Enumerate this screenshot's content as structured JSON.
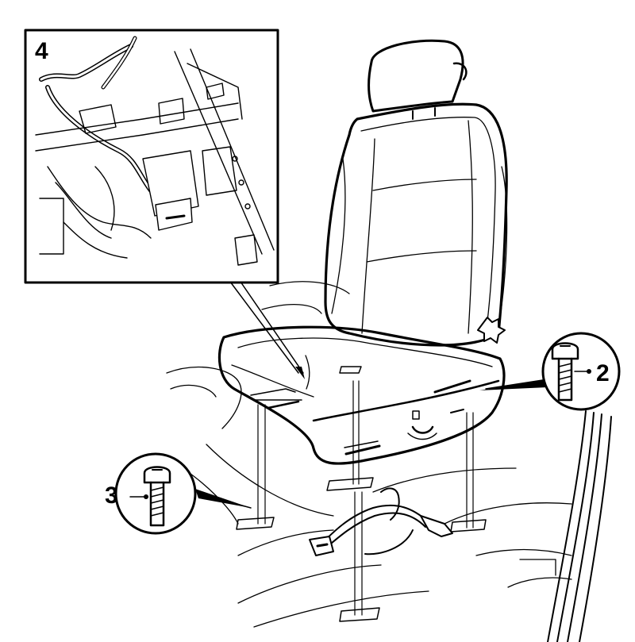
{
  "diagram": {
    "callouts": [
      {
        "id": "4",
        "label": "4",
        "meaning": "inset-detail-wiring-harness-connector"
      },
      {
        "id": "2",
        "label": "2",
        "meaning": "front-seat-mounting-bolt"
      },
      {
        "id": "3",
        "label": "3",
        "meaning": "rear-seat-mounting-bolt"
      }
    ]
  },
  "colors": {
    "line": "#000000",
    "background": "#ffffff"
  }
}
